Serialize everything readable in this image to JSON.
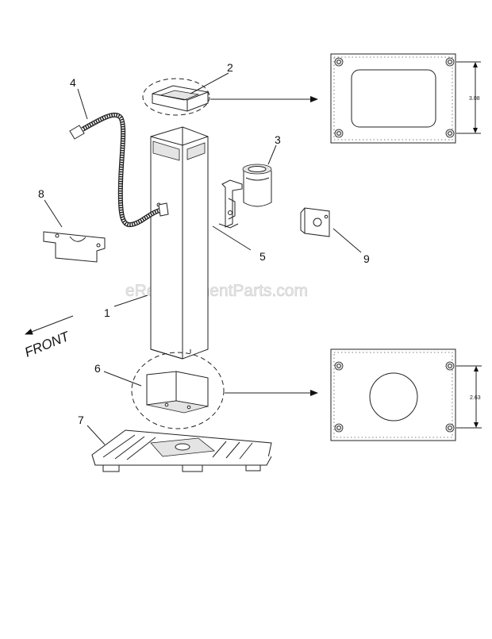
{
  "callouts": [
    "1",
    "2",
    "3",
    "4",
    "5",
    "6",
    "7",
    "8",
    "9"
  ],
  "front_label": "FRONT",
  "dimensions": {
    "top_plate": "3.08",
    "bottom_plate": "2.63"
  },
  "watermark": "eReplacementParts.com"
}
